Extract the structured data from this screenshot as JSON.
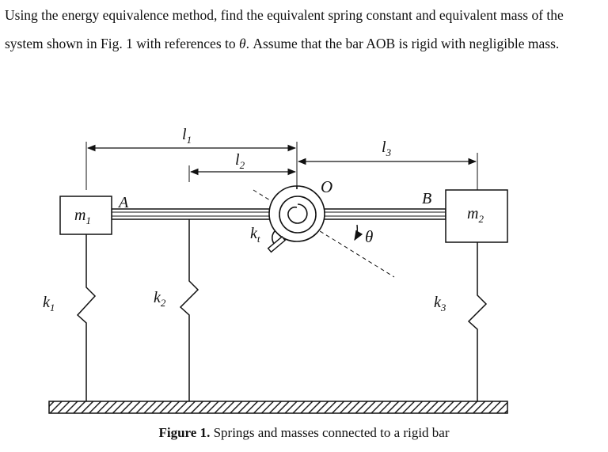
{
  "problem": {
    "text_before_symbol": "Using the energy equivalence method, find the equivalent spring constant and equivalent mass of the system shown in Fig. 1 with references to ",
    "symbol": "θ",
    "text_after_symbol": ". Assume that the bar AOB is rigid with negligible mass."
  },
  "figure": {
    "labels": {
      "l1": {
        "base": "l",
        "sub": "1"
      },
      "l2": {
        "base": "l",
        "sub": "2"
      },
      "l3": {
        "base": "l",
        "sub": "3"
      },
      "O": "O",
      "A": "A",
      "B": "B",
      "theta": "θ",
      "kt": {
        "base": "k",
        "sub": "t"
      },
      "m1": {
        "base": "m",
        "sub": "1"
      },
      "m2": {
        "base": "m",
        "sub": "2"
      },
      "k1": {
        "base": "k",
        "sub": "1"
      },
      "k2": {
        "base": "k",
        "sub": "2"
      },
      "k3": {
        "base": "k",
        "sub": "3"
      }
    },
    "caption_bold": "Figure 1.",
    "caption_text": " Springs and masses connected to a rigid bar"
  }
}
